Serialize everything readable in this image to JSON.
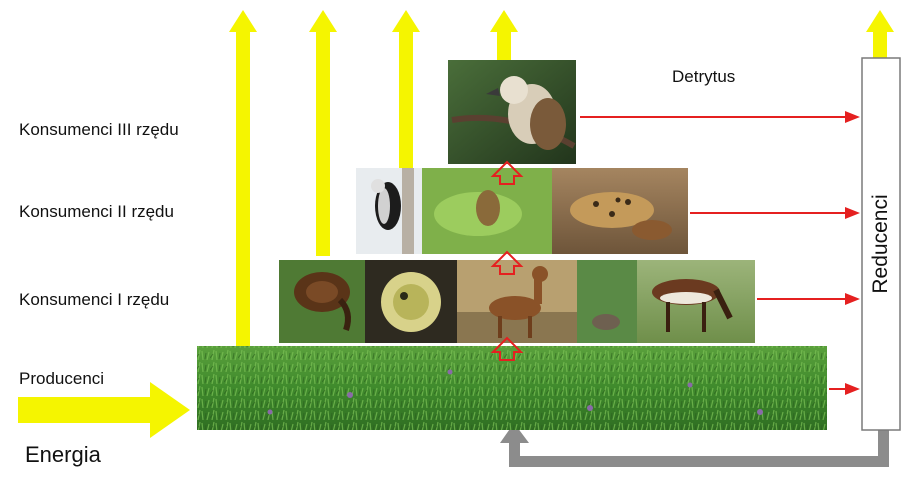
{
  "labels": {
    "consumers_3": "Konsumenci III rzędu",
    "consumers_2": "Konsumenci II rzędu",
    "consumers_1": "Konsumenci I rzędu",
    "producers": "Producenci",
    "energy": "Energia",
    "detritus": "Detrytus",
    "decomposers": "Reducenci"
  },
  "photos": {
    "top": [
      "kookaburra bird"
    ],
    "level2": [
      "woodpecker",
      "insect on leaf",
      "leopard with prey"
    ],
    "level1": [
      "snail",
      "caterpillar",
      "fawn deer",
      "rabbit",
      "antelope"
    ],
    "base": [
      "grass meadow"
    ]
  },
  "colors": {
    "energy_arrow": "#f5f500",
    "detritus_arrow": "#e52020",
    "return_arrow": "#8c8c8c",
    "transfer_arrow": "#e52020",
    "grass": "#3d8a2e",
    "box_border": "#7a7a7a"
  }
}
